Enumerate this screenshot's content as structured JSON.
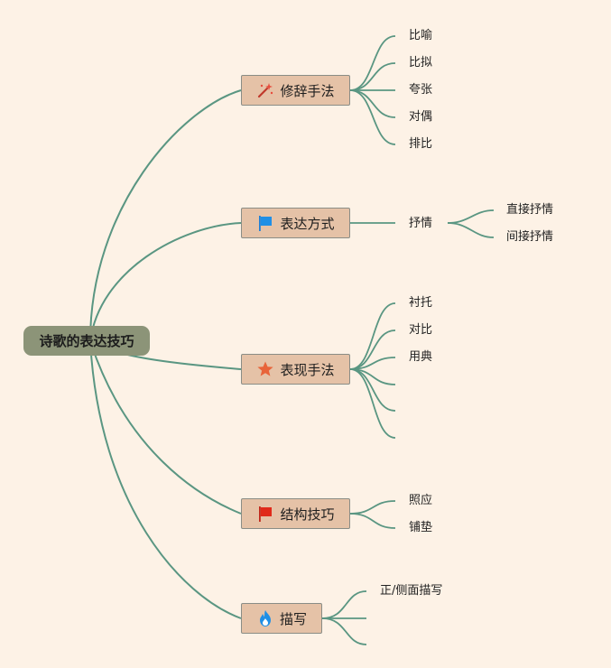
{
  "root": {
    "label": "诗歌的表达技巧"
  },
  "branches": [
    {
      "label": "修辞手法",
      "icon": "magic-wand-icon",
      "children": [
        "比喻",
        "比拟",
        "夸张",
        "对偶",
        "排比"
      ]
    },
    {
      "label": "表达方式",
      "icon": "blue-flag-icon",
      "children": [
        {
          "label": "抒情",
          "children": [
            "直接抒情",
            "间接抒情"
          ]
        }
      ]
    },
    {
      "label": "表现手法",
      "icon": "orange-star-icon",
      "children": [
        "衬托",
        "对比",
        "用典",
        "",
        "",
        ""
      ]
    },
    {
      "label": "结构技巧",
      "icon": "red-flag-icon",
      "children": [
        "照应",
        "铺垫"
      ]
    },
    {
      "label": "描写",
      "icon": "fire-icon",
      "children": [
        "正/侧面描写",
        "",
        ""
      ]
    }
  ],
  "colors": {
    "background": "#fdf2e6",
    "root_fill": "#8c9478",
    "branch_fill": "#e5c2a7",
    "branch_border": "#8a8d86",
    "connector": "#5a9682"
  }
}
